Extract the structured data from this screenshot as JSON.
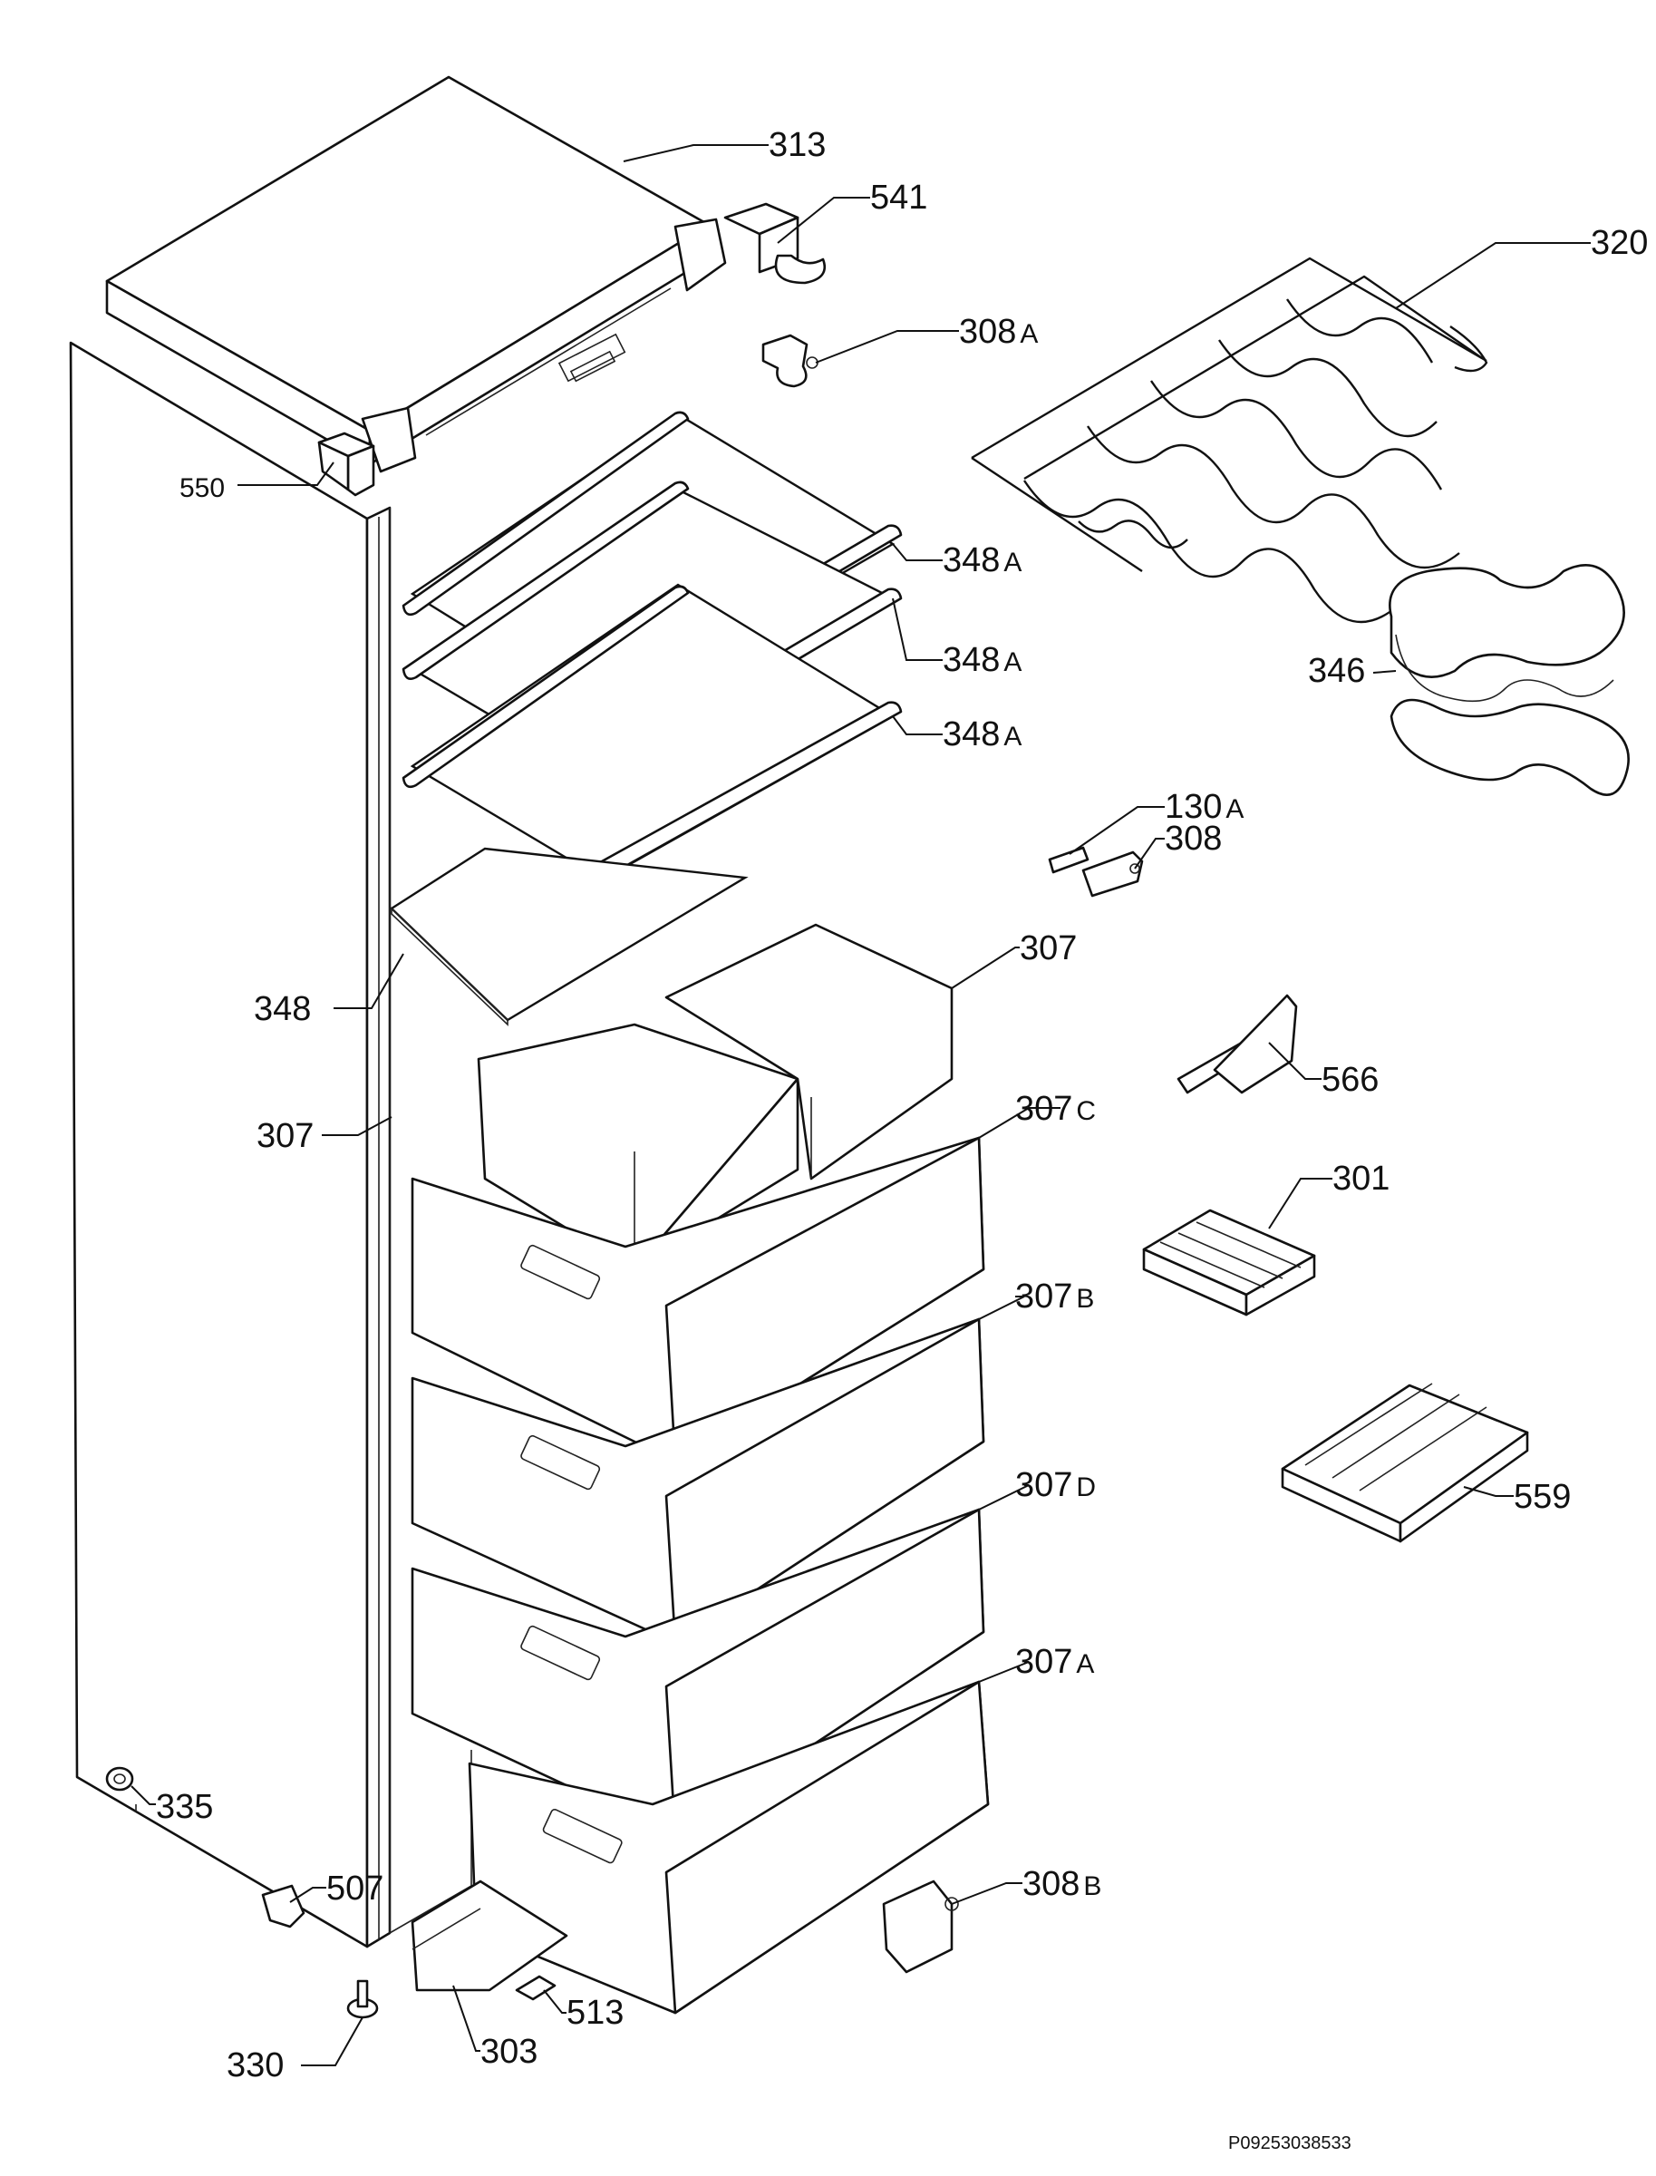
{
  "diagram": {
    "document_code": "P09253038533",
    "callouts": [
      {
        "id": "313",
        "num": "313",
        "suffix": ""
      },
      {
        "id": "541",
        "num": "541",
        "suffix": ""
      },
      {
        "id": "308A",
        "num": "308",
        "suffix": "A"
      },
      {
        "id": "320",
        "num": "320",
        "suffix": ""
      },
      {
        "id": "550",
        "num": "550",
        "suffix": ""
      },
      {
        "id": "348A_1",
        "num": "348",
        "suffix": "A"
      },
      {
        "id": "348A_2",
        "num": "348",
        "suffix": "A"
      },
      {
        "id": "348A_3",
        "num": "348",
        "suffix": "A"
      },
      {
        "id": "346",
        "num": "346",
        "suffix": ""
      },
      {
        "id": "130A",
        "num": "130",
        "suffix": "A"
      },
      {
        "id": "308",
        "num": "308",
        "suffix": ""
      },
      {
        "id": "307_upper",
        "num": "307",
        "suffix": ""
      },
      {
        "id": "348",
        "num": "348",
        "suffix": ""
      },
      {
        "id": "566",
        "num": "566",
        "suffix": ""
      },
      {
        "id": "307_left",
        "num": "307",
        "suffix": ""
      },
      {
        "id": "307C",
        "num": "307",
        "suffix": "C"
      },
      {
        "id": "301",
        "num": "301",
        "suffix": ""
      },
      {
        "id": "307B",
        "num": "307",
        "suffix": "B"
      },
      {
        "id": "559",
        "num": "559",
        "suffix": ""
      },
      {
        "id": "307D",
        "num": "307",
        "suffix": "D"
      },
      {
        "id": "307A",
        "num": "307",
        "suffix": "A"
      },
      {
        "id": "335",
        "num": "335",
        "suffix": ""
      },
      {
        "id": "308B",
        "num": "308",
        "suffix": "B"
      },
      {
        "id": "507",
        "num": "507",
        "suffix": ""
      },
      {
        "id": "513",
        "num": "513",
        "suffix": ""
      },
      {
        "id": "330",
        "num": "330",
        "suffix": ""
      },
      {
        "id": "303",
        "num": "303",
        "suffix": ""
      }
    ]
  }
}
